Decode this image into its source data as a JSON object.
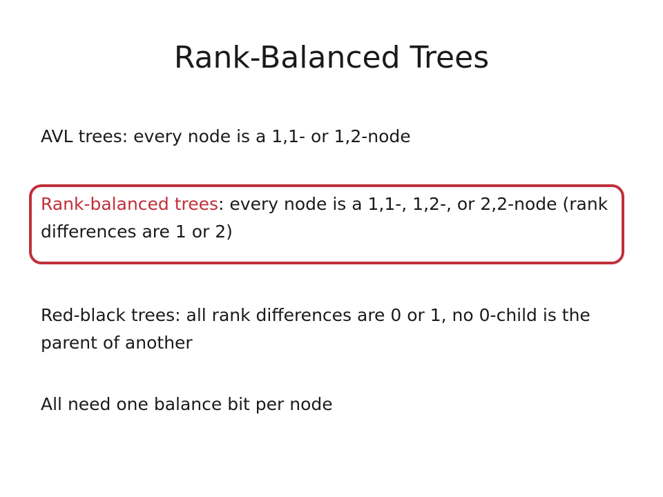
{
  "slide": {
    "title": "Rank-Balanced Trees",
    "bullets": [
      {
        "text": "AVL trees: every node is a 1,1- or 1,2-node"
      },
      {
        "highlight_term": "Rank-balanced trees",
        "text_rest": ": every node is a 1,1-, 1,2-, or 2,2-node (rank differences are 1 or 2)"
      },
      {
        "text": "Red-black trees: all rank differences are 0 or 1, no 0-child is the parent of another"
      },
      {
        "text": "All need one balance bit per node"
      }
    ],
    "colors": {
      "accent": "#c0303a",
      "text": "#1a1a1a",
      "background": "#ffffff"
    }
  }
}
